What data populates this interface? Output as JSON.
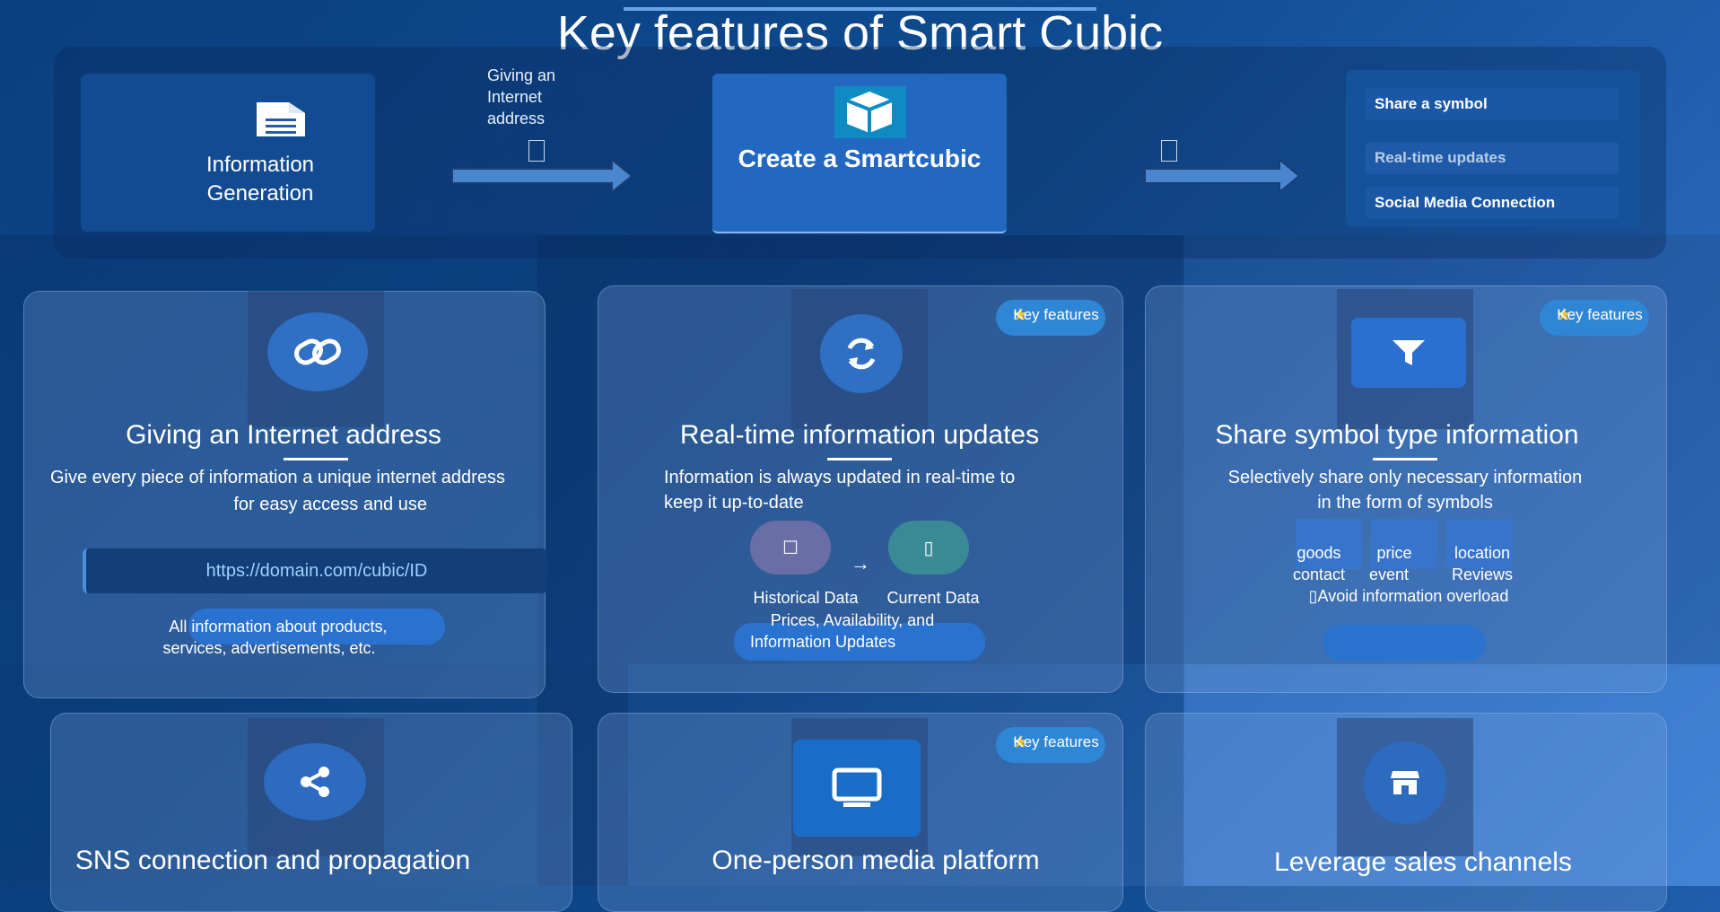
{
  "title": "Key features of Smart Cubic",
  "flow": {
    "source_label": "Information Generation",
    "arrow_note": "Giving an Internet address",
    "center_label": "Create a Smartcubic",
    "side_items": [
      "Share a symbol",
      "Real-time updates",
      "Social Media Connection"
    ]
  },
  "badge_label": "Key features",
  "cards": [
    {
      "title": "Giving an Internet address",
      "desc_line1": "Give every piece of information a unique internet address",
      "desc_line2": "for easy access and use",
      "url": "https://domain.com/cubic/ID",
      "note_line1": "All information about products,",
      "note_line2": "services, advertisements, etc.",
      "icon": "link-icon"
    },
    {
      "title": "Real-time information updates",
      "desc_line1": "Information is always updated in real-time to",
      "desc_line2": "keep it up-to-date",
      "historical_label": "Historical Data",
      "current_label": "Current Data",
      "arrow": "→",
      "note_line1": "Prices, Availability, and",
      "note_line2": "Information Updates",
      "icon": "refresh-icon"
    },
    {
      "title": "Share symbol type information",
      "desc_line1": "Selectively share only necessary information",
      "desc_line2": "in the form of symbols",
      "tags_row1": [
        "goods",
        "price",
        "location"
      ],
      "tags_row2": [
        "contact",
        "event",
        "Reviews"
      ],
      "overload_note": "Avoid information overload",
      "icon": "filter-icon"
    },
    {
      "title": "SNS connection and propagation",
      "icon": "share-icon"
    },
    {
      "title": "One-person media platform",
      "icon": "monitor-icon"
    },
    {
      "title": "Leverage sales channels",
      "icon": "store-icon"
    }
  ],
  "colors": {
    "accent": "#2f6fc4",
    "badge": "#2f86d6",
    "star": "#f6c531",
    "url_text": "#9fd0ff"
  }
}
